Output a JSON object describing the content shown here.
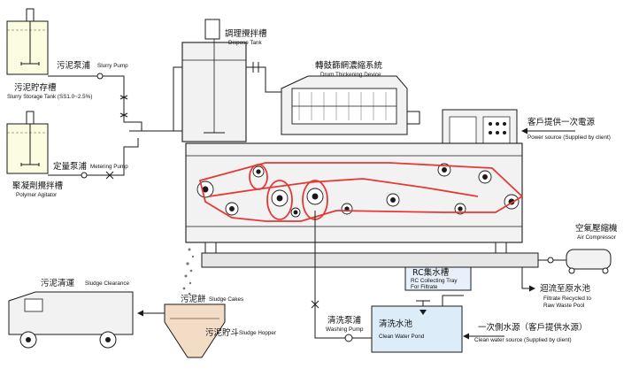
{
  "labels": {
    "dispose_tank_zh": "調理攪拌槽",
    "dispose_tank_en": "Dispose Tank",
    "drum_zh": "轉鼓篩網濃縮系統",
    "drum_en": "Drum Thickening Device",
    "slurry_pump_zh": "污泥泵浦",
    "slurry_pump_en": "Slurry Pump",
    "slurry_tank_zh": "污泥貯存槽",
    "slurry_tank_en": "Slurry Storage Tank (SS1.0~2.5%)",
    "metering_pump_zh": "定量泵浦",
    "metering_pump_en": "Metering Pump",
    "polymer_zh": "聚凝劑攪拌槽",
    "polymer_en": "Polymer Agitator",
    "power_zh": "客戶提供一次電源",
    "power_en": "Power source (Supplied by client)",
    "air_zh": "空氣壓縮機",
    "air_en": "Air Compressor",
    "rc_zh": "RC集水槽",
    "rc_en1": "RC Collecting Tray",
    "rc_en2": "For Filtrate",
    "filtrate_zh": "迴流至原水池",
    "filtrate_en1": "Filtrate Recycled to",
    "filtrate_en2": "Raw Waste Pool",
    "sludge_clear_zh": "污泥清運",
    "sludge_clear_en": "Sludge Clearance",
    "cakes_zh": "污泥餅",
    "cakes_en": "Sludge Cakes",
    "hopper_zh": "污泥貯斗",
    "hopper_en": "Sludge Hopper",
    "wash_pump_zh": "清洗泵浦",
    "wash_pump_en": "Washing Pump",
    "clean_pond_zh": "清洗水池",
    "clean_pond_en": "Clean Water Pond",
    "clean_src_zh": "一次側水源（客戶提供水源）",
    "clean_src_en": "Clean water source (Supplied by client)"
  },
  "colors": {
    "line": "#1a1a1a",
    "belt": "#e53935",
    "fill_tank": "#fcfce0",
    "fill_pond": "#dcecf8",
    "fill_hopper": "#f2dcc6",
    "fill_rc": "#e8f1fb",
    "fill_machine": "#f2f2f2"
  }
}
